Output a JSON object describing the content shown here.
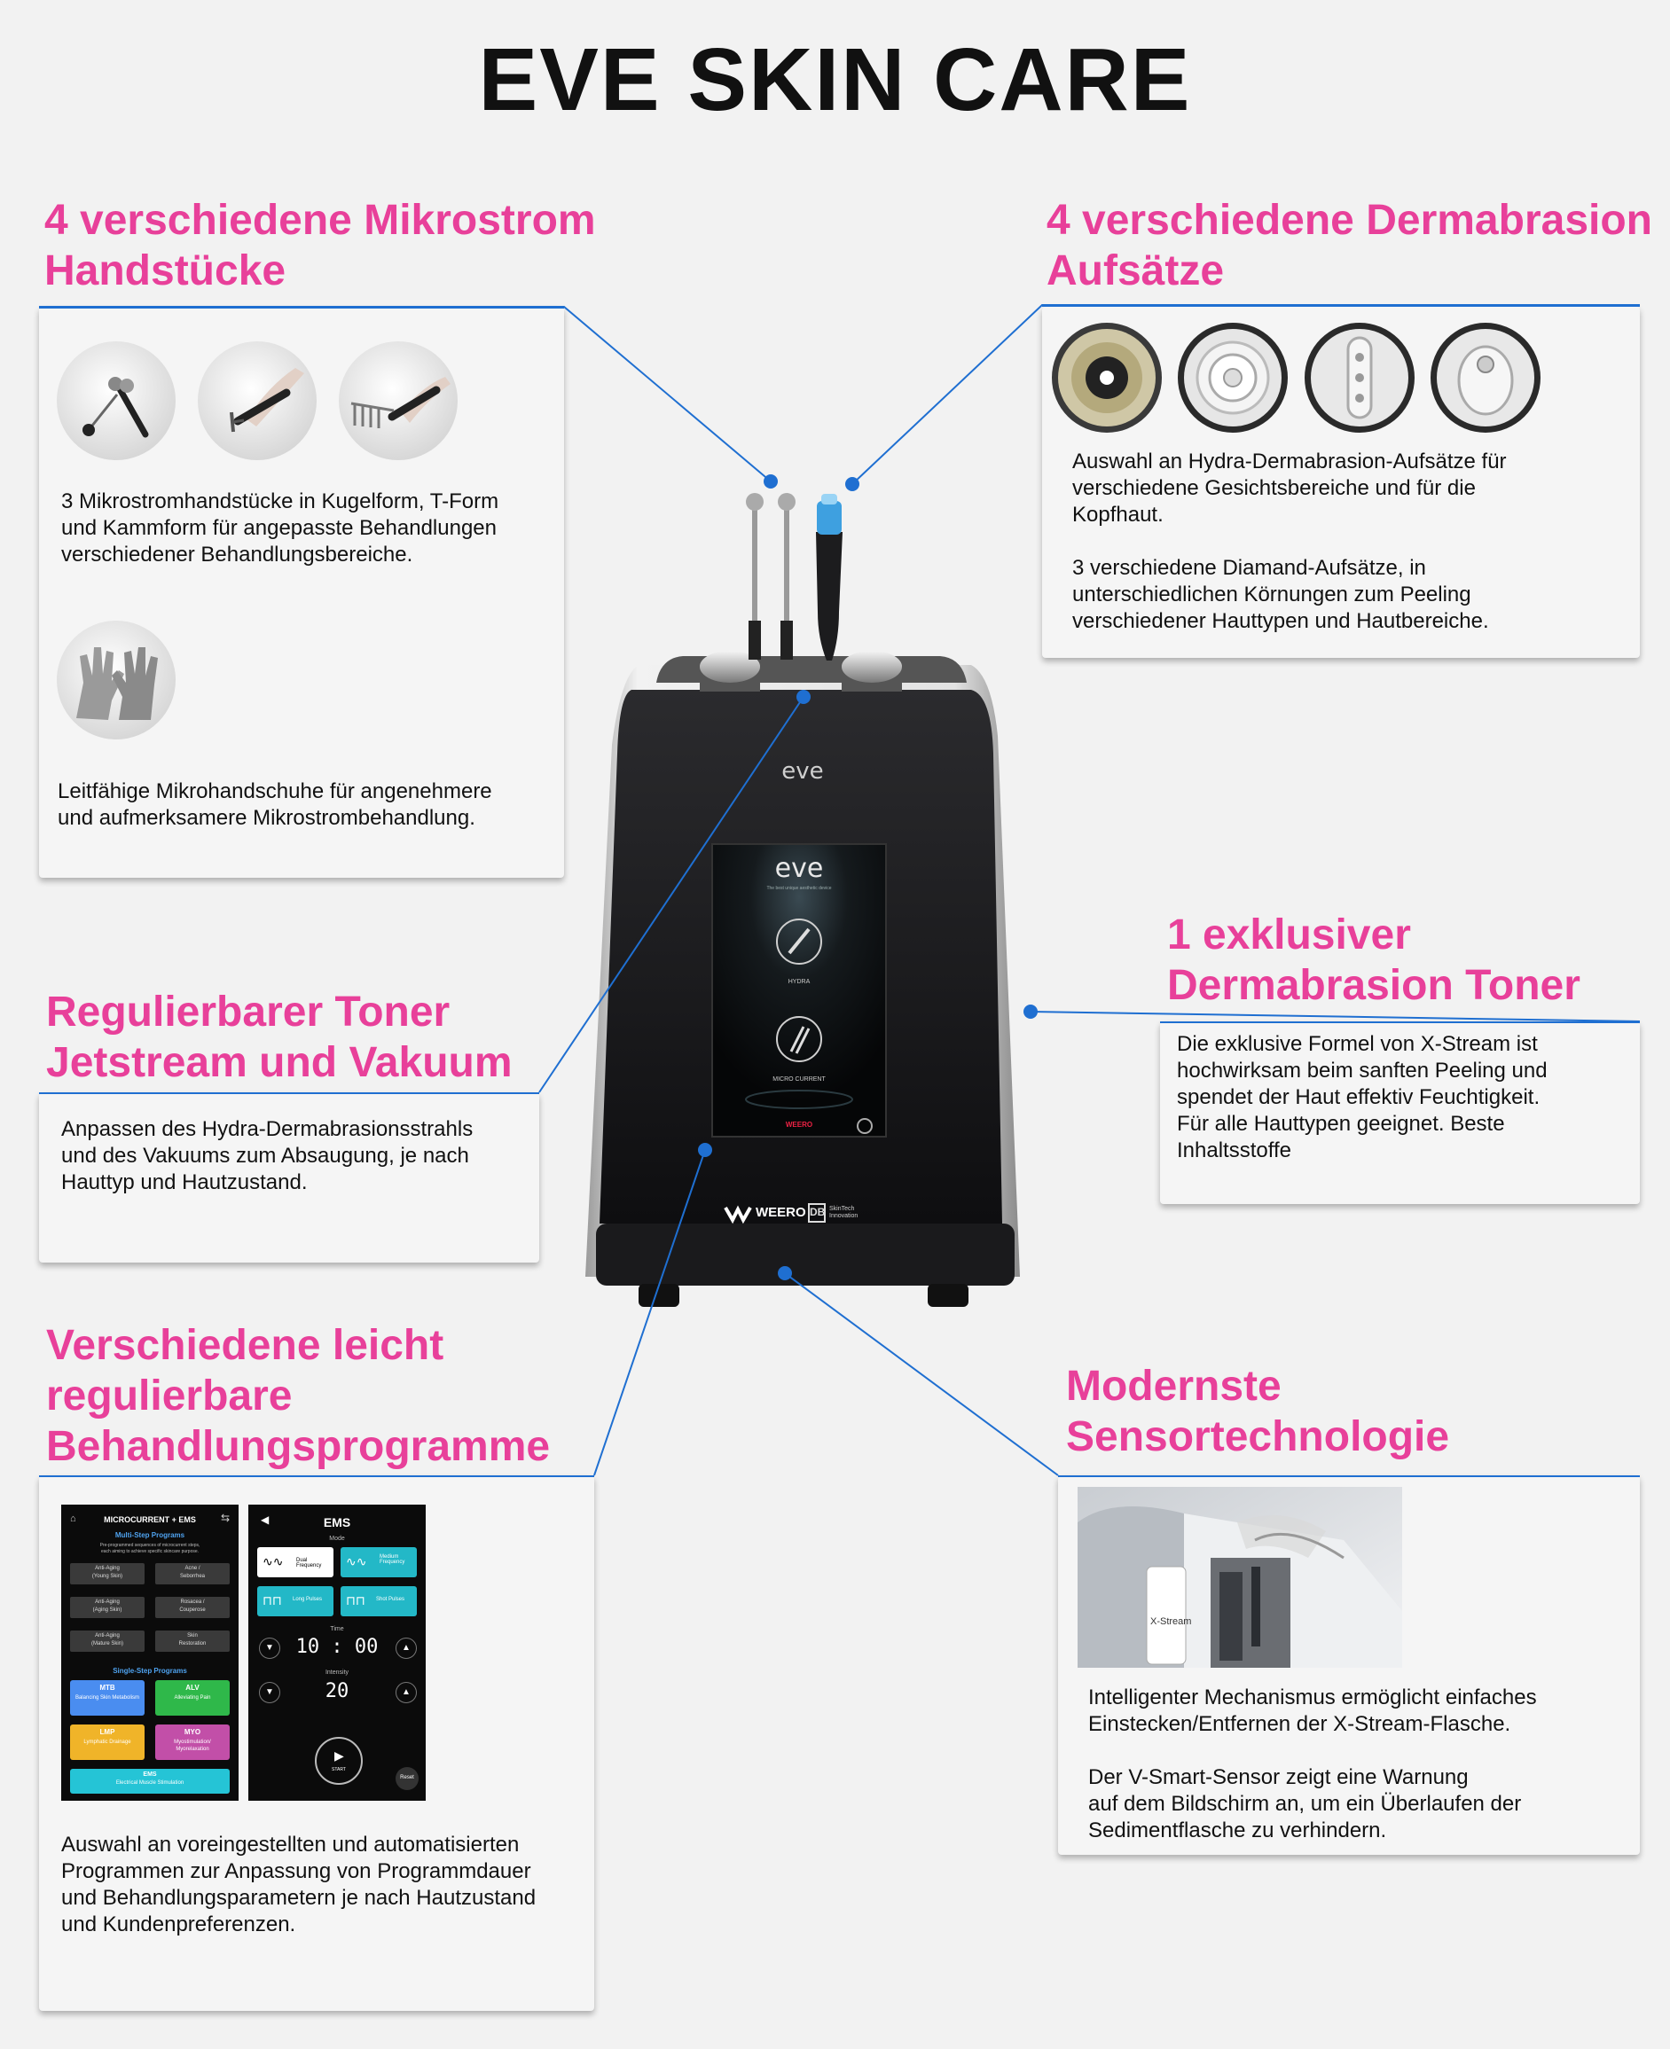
{
  "title": "EVE SKIN CARE",
  "device": {
    "brand_top": "eve",
    "screen_logo": "eve",
    "screen_tagline": "The best unique aesthetic device",
    "screen_hydra": "HYDRA",
    "screen_micro": "MICRO CURRENT",
    "screen_weero": "WEERO",
    "footer_brand": "WEERO",
    "footer_badge": "DB",
    "footer_badge_text": "SkinTech Innovation"
  },
  "sections": {
    "mikrostrom": {
      "heading": [
        "4 verschiedene Mikrostrom",
        "Handstücke"
      ],
      "text1": [
        "3 Mikrostromhandstücke in Kugelform, T-Form",
        "und Kammform für angepasste Behandlungen",
        "verschiedener Behandlungsbereiche."
      ],
      "text2": [
        "Leitfähige Mikrohandschuhe für angenehmere",
        "und aufmerksamere Mikrostrombehandlung."
      ]
    },
    "dermabrasion": {
      "heading": [
        "4 verschiedene Dermabrasion",
        "Aufsätze"
      ],
      "text": [
        "Auswahl an Hydra-Dermabrasion-Aufsätze für",
        "verschiedene Gesichtsbereiche und für die",
        "Kopfhaut.",
        "",
        "3 verschiedene Diamand-Aufsätze, in",
        "unterschiedlichen Körnungen zum Peeling",
        "verschiedener Hauttypen und Hautbereiche."
      ]
    },
    "toner": {
      "heading": [
        "Regulierbarer Toner",
        "Jetstream und Vakuum"
      ],
      "text": [
        "Anpassen des Hydra-Dermabrasionsstrahls",
        "und des Vakuums zum Absaugung, je nach",
        "Hauttyp und Hautzustand."
      ]
    },
    "exklusiv": {
      "heading": [
        "1 exklusiver",
        "Dermabrasion Toner"
      ],
      "text": [
        "Die exklusive Formel von X-Stream ist",
        "hochwirksam beim sanften Peeling und",
        "spendet der Haut effektiv Feuchtigkeit.",
        "Für alle Hauttypen geeignet.  Beste",
        "Inhaltsstoffe"
      ]
    },
    "programme": {
      "heading": [
        "Verschiedene leicht",
        "regulierbare",
        "Behandlungsprogramme"
      ],
      "text": [
        "Auswahl an voreingestellten und automatisierten",
        "Programmen zur Anpassung von Programmdauer",
        "und Behandlungsparametern je nach Hautzustand",
        "und Kundenpreferenzen."
      ]
    },
    "sensor": {
      "heading": [
        "Modernste",
        "Sensortechnologie"
      ],
      "text": [
        "Intelligenter Mechanismus ermöglicht einfaches",
        "Einstecken/Entfernen der X-Stream-Flasche.",
        "",
        "Der V-Smart-Sensor zeigt eine Warnung",
        "auf dem Bildschirm an, um ein Überlaufen der",
        "Sedimentflasche zu verhindern."
      ]
    }
  },
  "screen1": {
    "title": "MICROCURRENT + EMS",
    "multi": "Multi-Step Programs",
    "desc": [
      "Pre-programmed sequences of microcurrent steps,",
      "each aiming to achieve specific skincare purpose."
    ],
    "buttons": [
      [
        "Anti-Aging",
        "(Young Skin)"
      ],
      [
        "Acne /",
        "Seborrhea"
      ],
      [
        "Anti-Aging",
        "(Aging Skin)"
      ],
      [
        "Rosacea /",
        "Couperose"
      ],
      [
        "Anti-Aging",
        "(Mature Skin)"
      ],
      [
        "Skin",
        "Restoration"
      ]
    ],
    "single": "Single-Step Programs",
    "tiles": [
      {
        "code": "MTB",
        "label": "Balancing Skin Metabolism",
        "color": "#4a8df0"
      },
      {
        "code": "ALV",
        "label": "Alleviating Pain",
        "color": "#2fb84a"
      },
      {
        "code": "LMP",
        "label": "Lymphatic Drainage",
        "color": "#f0b429"
      },
      {
        "code": "MYO",
        "label": "Myostimulation/ Myorelaxation",
        "color": "#c24fa8"
      }
    ],
    "ems_code": "EMS",
    "ems_label": "Electrical Muscle Stimulation",
    "ems_color": "#25c4d6"
  },
  "screen2": {
    "title": "EMS",
    "mode": "Mode",
    "modes": [
      "Dual Frequency",
      "Medium Frequency",
      "Long Pulses",
      "Shot Pulses"
    ],
    "time_label": "Time",
    "time": "10 : 00",
    "intensity_label": "Intensity",
    "intensity": "20",
    "start": "START",
    "reset": "Reset"
  },
  "photo": {
    "bottle_label": "X-Stream"
  }
}
